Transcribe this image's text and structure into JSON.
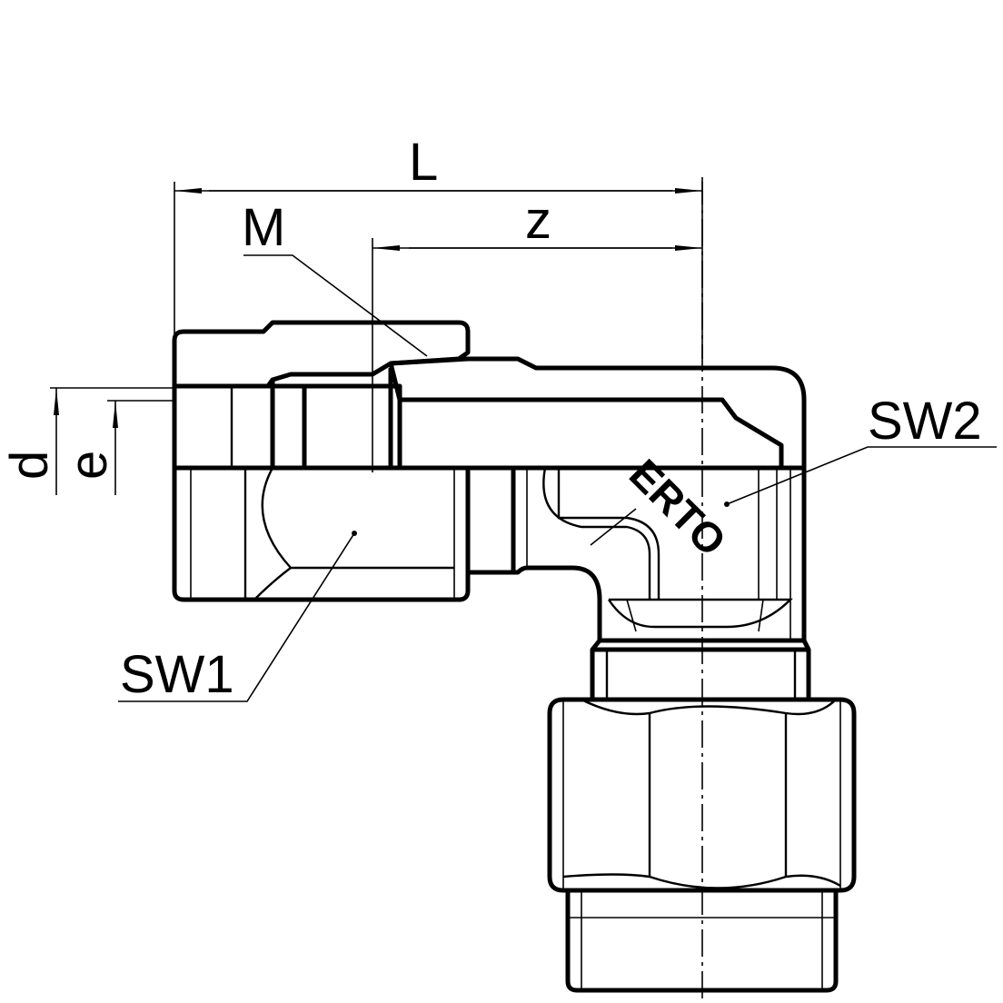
{
  "title": "SERTO elbow union fitting dimension drawing",
  "labels": {
    "L": "L",
    "M": "M",
    "z": "z",
    "d": "d",
    "e": "e",
    "SW1": "SW1",
    "SW2": "SW2"
  },
  "logo_text": "ERTO",
  "colors": {
    "line": "#000000",
    "background": "#ffffff"
  }
}
